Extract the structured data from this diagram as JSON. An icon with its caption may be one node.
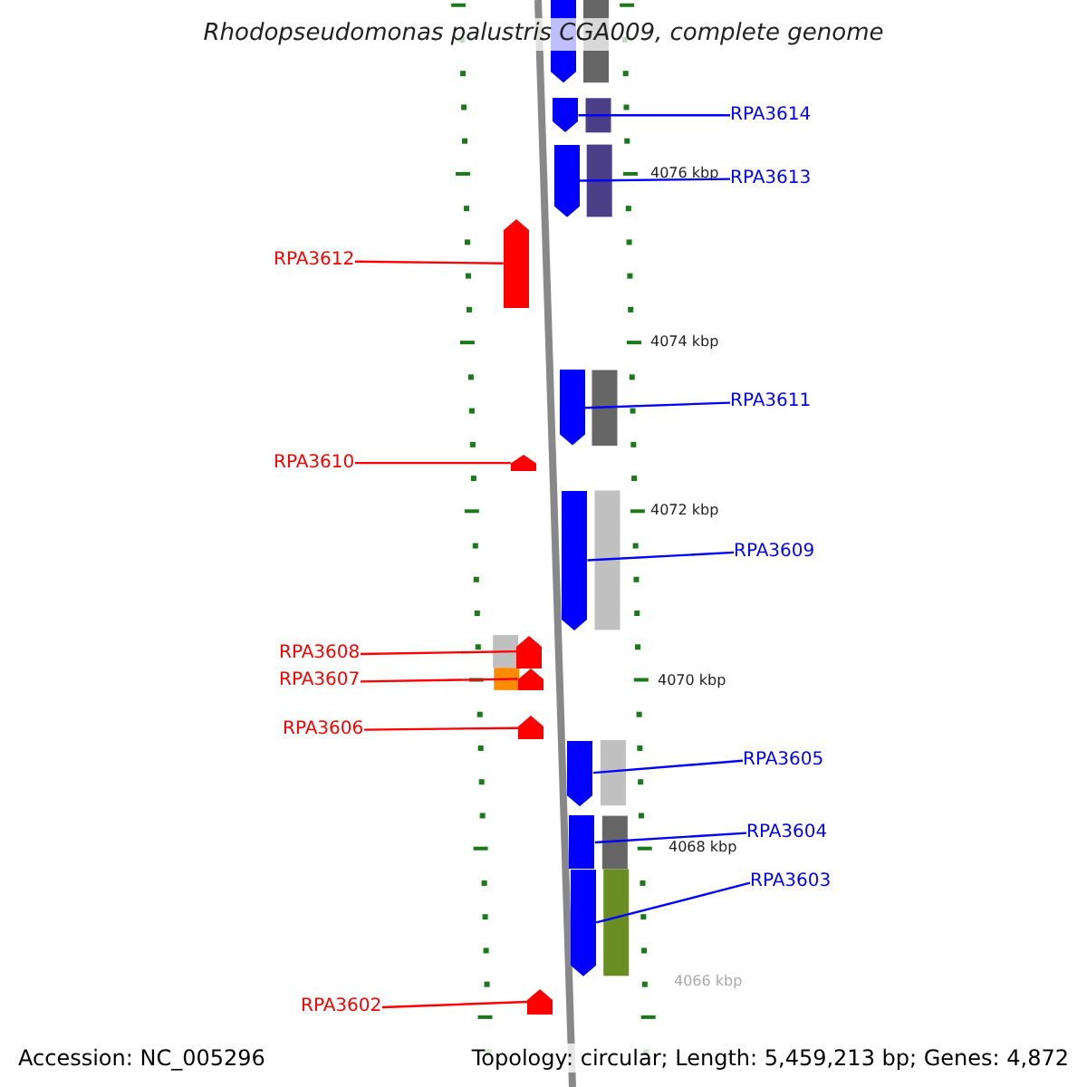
{
  "diagram": {
    "title": "Rhodopseudomonas palustris CGA009, complete genome",
    "nodes": [
      {
        "text": [
          "RPA3614"
        ]
      },
      {
        "text": [],
        "shape": "arrow"
      },
      {
        "text": [
          "RPA3613"
        ]
      },
      {
        "text": [],
        "shape": "arrow"
      },
      {
        "text": [
          "RPA3612"
        ]
      },
      {
        "text": [],
        "shape": "arrow"
      },
      {
        "text": [
          "RPA3611"
        ]
      },
      {
        "text": [],
        "shape": "arrow"
      },
      {
        "text": [
          "RPA3610"
        ]
      },
      {
        "text": [],
        "shape": "arrow"
      },
      {
        "text": [
          "RPA3609"
        ]
      },
      {
        "text": [],
        "shape": "arrow"
      },
      {
        "text": [
          "RPA3608"
        ]
      },
      {
        "text": [],
        "shape": "arrow"
      },
      {
        "text": [
          "RPA3607"
        ]
      },
      {
        "text": [],
        "shape": "arrow"
      },
      {
        "text": [
          "RPA3606"
        ]
      },
      {
        "text": [],
        "shape": "arrow"
      },
      {
        "text": [
          "RPA3605"
        ]
      },
      {
        "text": [],
        "shape": "arrow"
      },
      {
        "text": [
          "RPA3604"
        ]
      },
      {
        "text": [],
        "shape": "arrow"
      },
      {
        "text": [
          "RPA3603"
        ]
      },
      {
        "text": [],
        "shape": "arrow"
      },
      {
        "text": [
          "RPA3602"
        ]
      },
      {
        "text": [],
        "shape": "arrow"
      },
      {
        "text": [],
        "shape": "arrow"
      }
    ],
    "edges": [
      {
        "from": 0,
        "to": 1,
        "arrow": "none"
      },
      {
        "from": 2,
        "to": 3,
        "arrow": "none"
      },
      {
        "from": 4,
        "to": 5,
        "arrow": "none",
        "color": "#ff0000"
      },
      {
        "from": 6,
        "to": 7,
        "arrow": "none"
      },
      {
        "from": 8,
        "to": 9,
        "arrow": "none",
        "color": "#ff0000"
      },
      {
        "from": 10,
        "to": 11,
        "arrow": "none"
      },
      {
        "from": 12,
        "to": 13,
        "arrow": "none",
        "color": "#ff0000"
      },
      {
        "from": 14,
        "to": 15,
        "arrow": "none",
        "color": "#ff0000"
      },
      {
        "from": 16,
        "to": 17,
        "arrow": "none",
        "color": "#ff0000"
      },
      {
        "from": 18,
        "to": 19,
        "arrow": "none"
      },
      {
        "from": 20,
        "to": 21,
        "arrow": "none"
      },
      {
        "from": 22,
        "to": 23,
        "arrow": "none"
      },
      {
        "from": 24,
        "to": 25,
        "arrow": "none",
        "color": "#ff0000"
      }
    ],
    "labels": [
      "4076 kbp",
      "4074 kbp",
      "4072 kbp",
      "4070 kbp",
      "4068 kbp",
      "4066 kbp",
      "Accession: NC_005296",
      "Topology: circular; Length: 5,459,213 bp; Genes: 4,872"
    ]
  }
}
